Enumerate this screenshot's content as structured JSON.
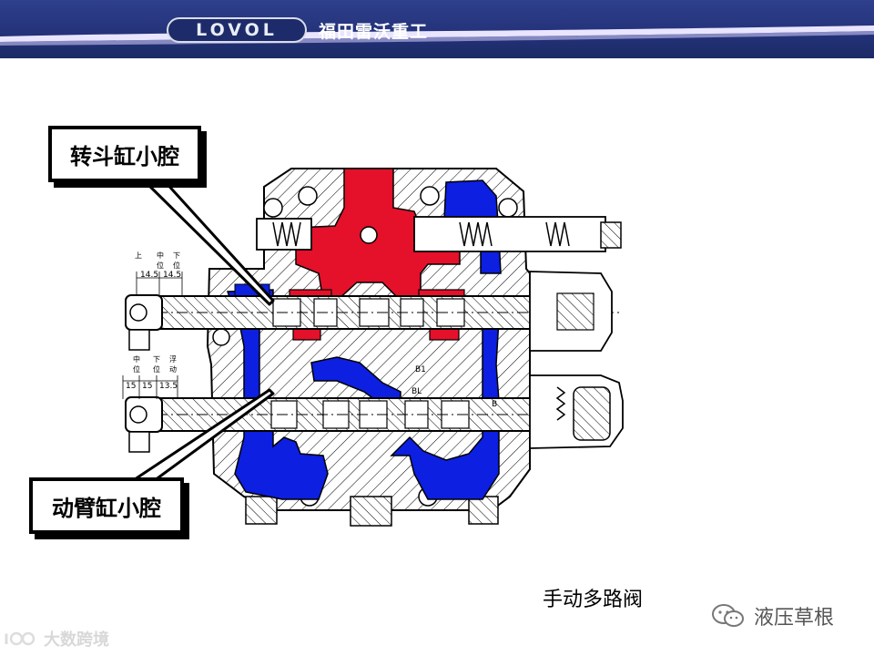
{
  "header": {
    "logo_text": "LOVOL",
    "brand_name": "福田雷沃重工",
    "colors": {
      "bar": "#24337a",
      "swoosh": "#e9e5ff"
    }
  },
  "labels": {
    "top": "转斗缸小腔",
    "bottom": "动臂缸小腔"
  },
  "dimensions": {
    "upper_positions": [
      "上",
      "中",
      "下"
    ],
    "upper_sub": [
      "位",
      "位"
    ],
    "upper_values": [
      "14.5",
      "14.5"
    ],
    "lower_positions": [
      "中",
      "下",
      "浮"
    ],
    "lower_sub": [
      "位",
      "位",
      "动"
    ],
    "lower_values": [
      "15",
      "15",
      "13.5"
    ],
    "marks": [
      "B1",
      "BL",
      "B"
    ]
  },
  "caption": "手动多路阀",
  "wechat": {
    "icon": "wechat-icon",
    "text": "液压草根"
  },
  "watermark": {
    "icon": "watermark-logo-icon",
    "text": "大数跨境"
  },
  "colors": {
    "pressure": "#e5102a",
    "tank": "#0d1fe0",
    "outline": "#000000"
  }
}
